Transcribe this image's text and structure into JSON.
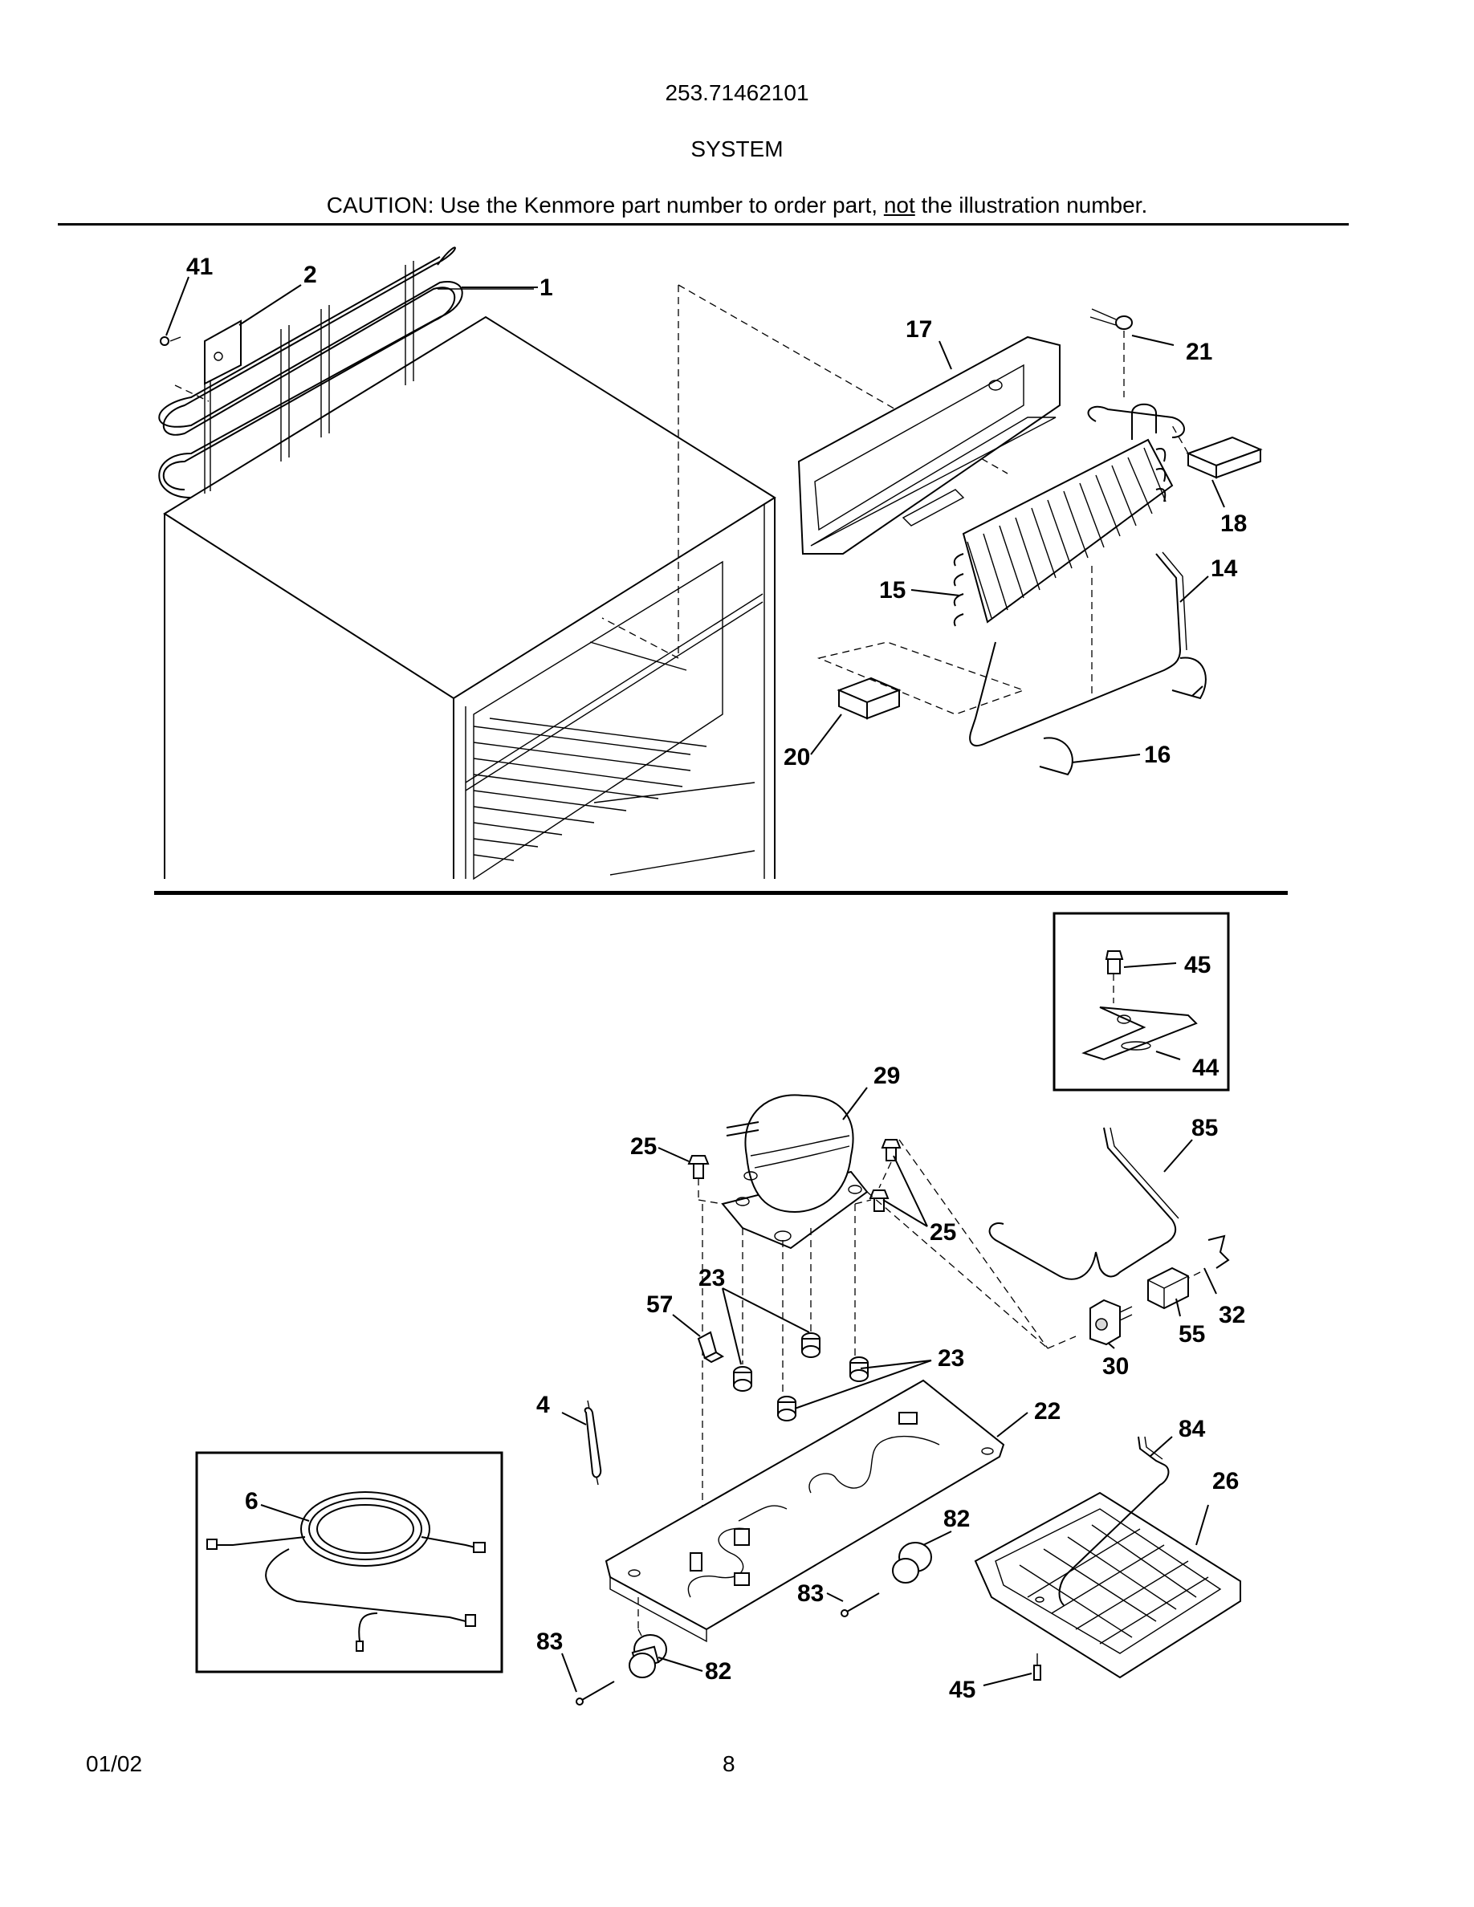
{
  "header": {
    "model_number": "253.71462101",
    "section_title": "SYSTEM",
    "caution_before": "CAUTION: Use the Kenmore part number to order part, ",
    "caution_emphasis": "not",
    "caution_after": " the illustration number."
  },
  "callouts": {
    "upper": [
      "41",
      "2",
      "1",
      "17",
      "21",
      "18",
      "14",
      "15",
      "20",
      "16"
    ],
    "lower": [
      "45",
      "44",
      "29",
      "25",
      "85",
      "25",
      "23",
      "57",
      "32",
      "55",
      "30",
      "23",
      "4",
      "22",
      "84",
      "26",
      "6",
      "82",
      "83",
      "83",
      "82",
      "45"
    ]
  },
  "footer": {
    "date": "01/02",
    "page_number": "8"
  }
}
